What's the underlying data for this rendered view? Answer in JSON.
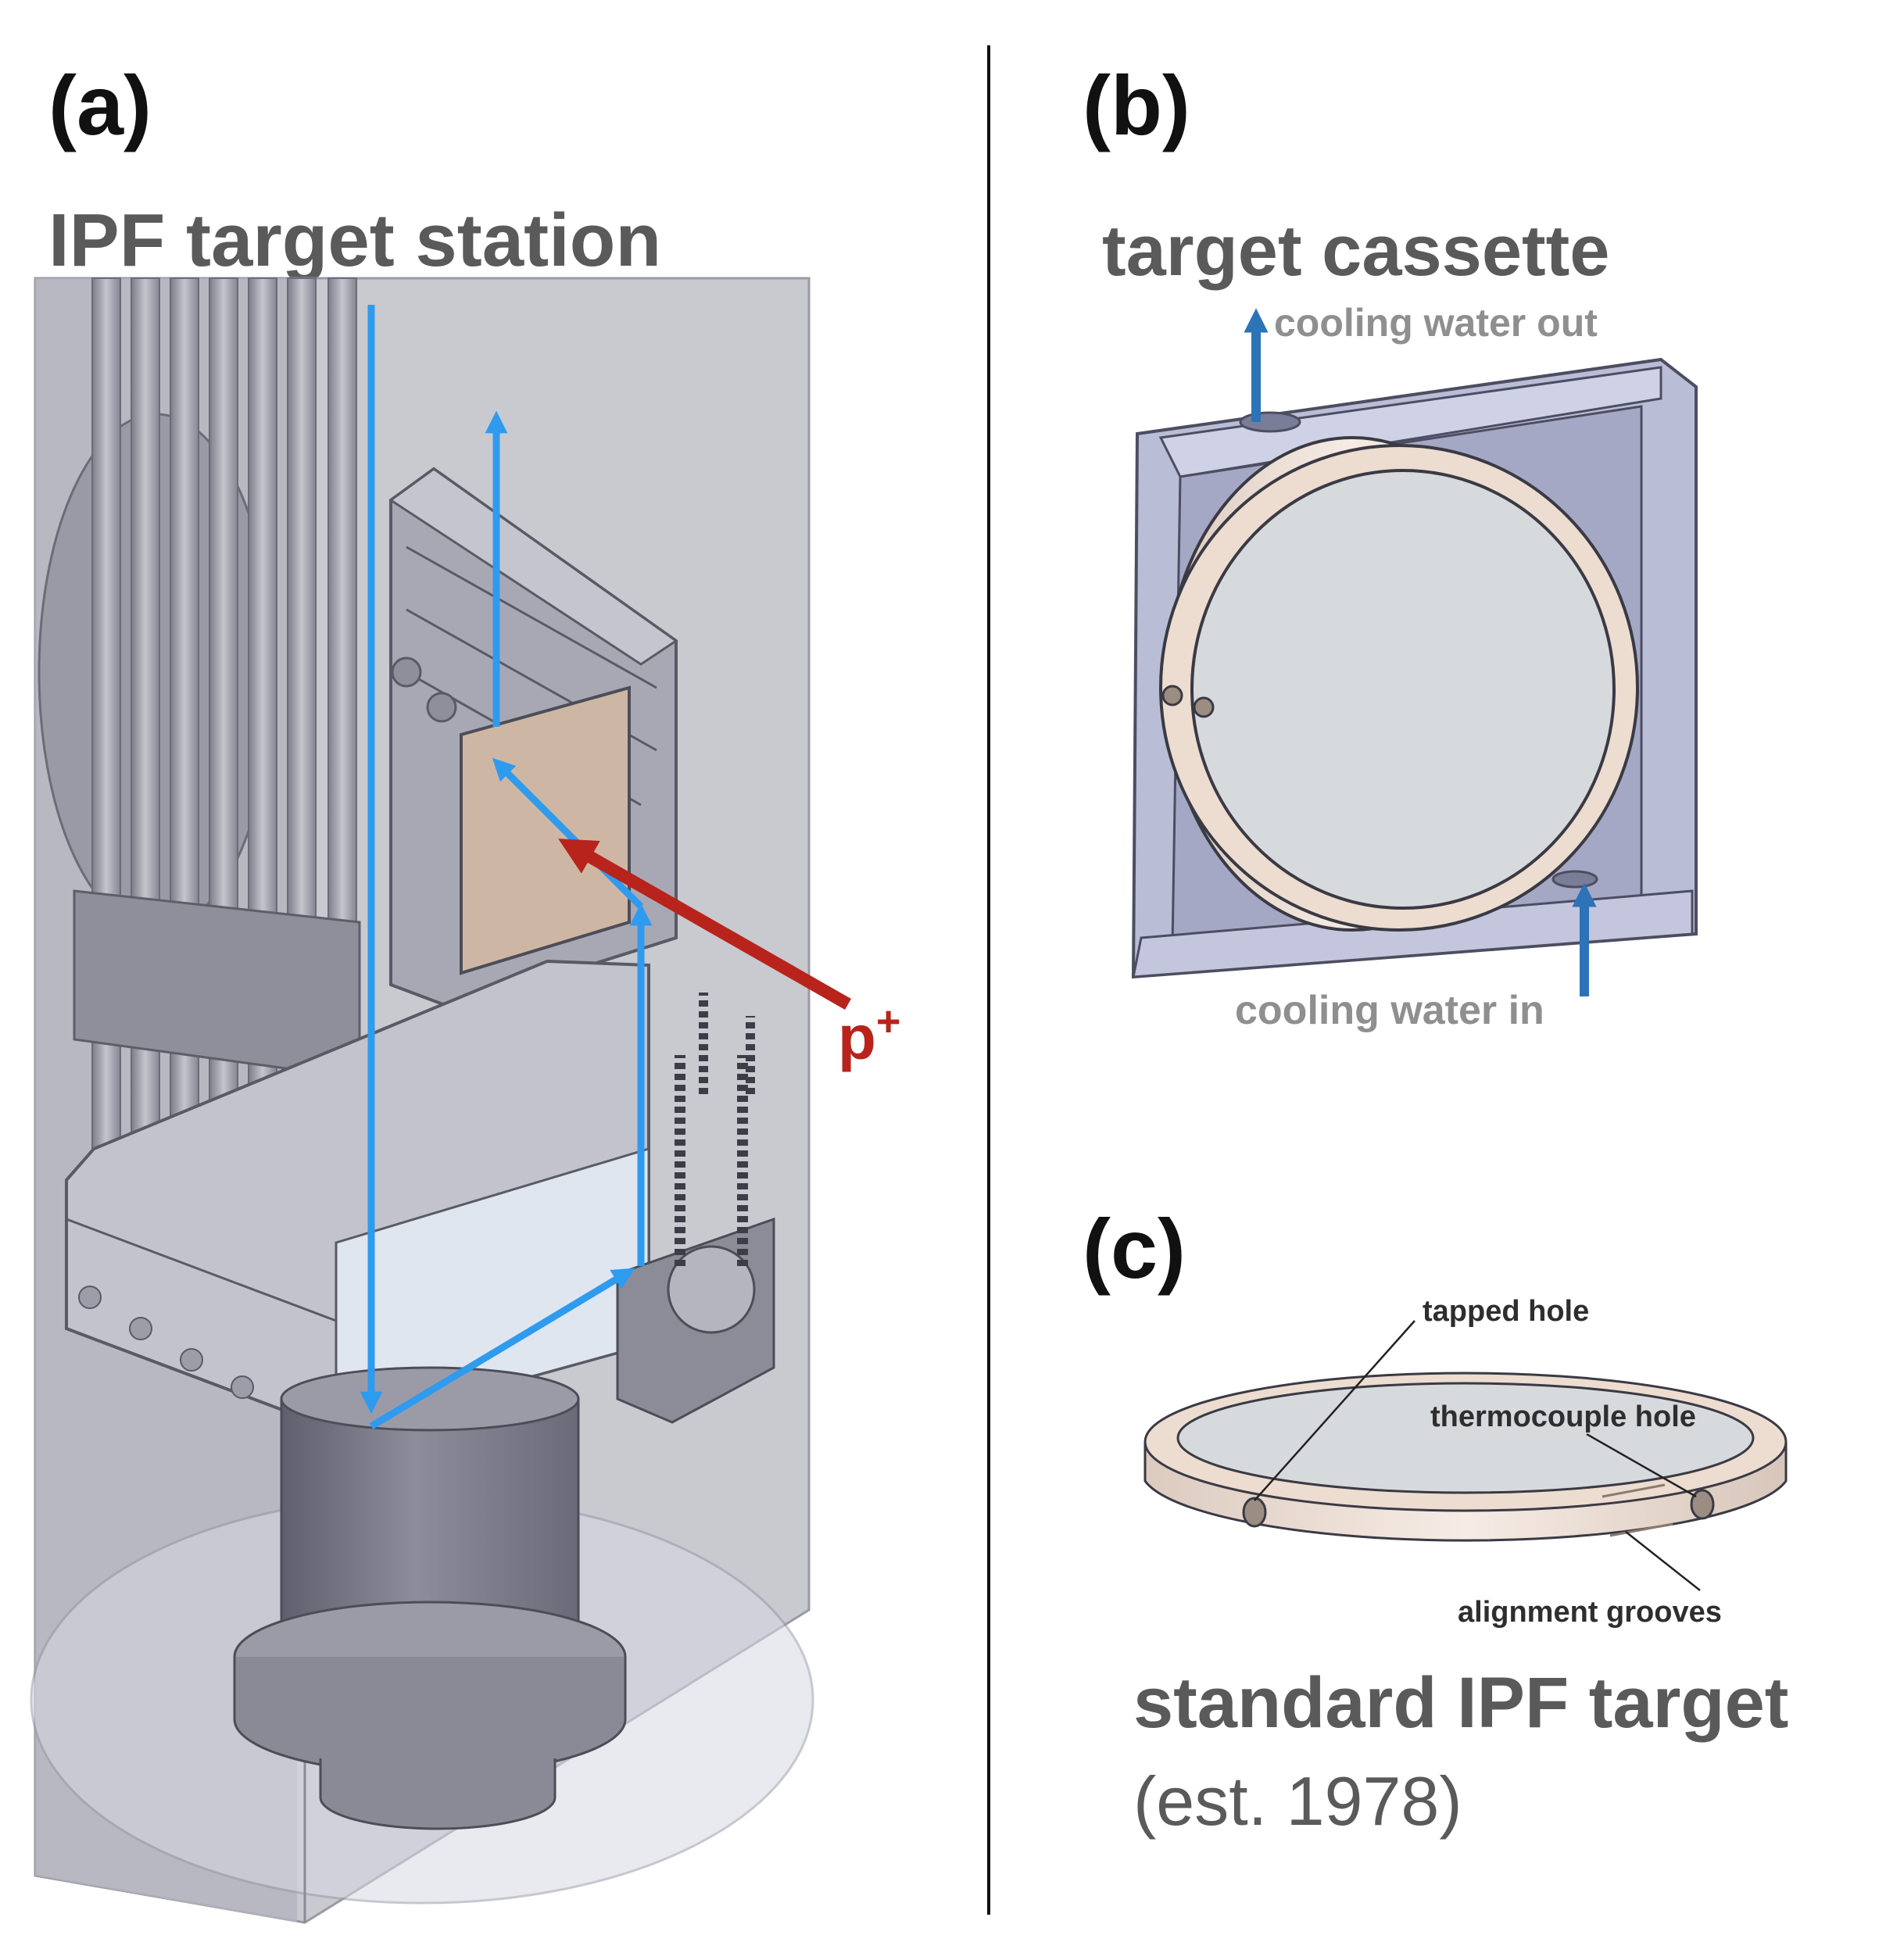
{
  "panels": {
    "a": {
      "letter": "(a)",
      "title": "IPF target station",
      "beam_label": "p",
      "beam_superscript": "+"
    },
    "b": {
      "letter": "(b)",
      "title": "target cassette",
      "water_out": "cooling water out",
      "water_in": "cooling water in"
    },
    "c": {
      "letter": "(c)",
      "tapped_hole": "tapped hole",
      "thermocouple_hole": "thermocouple hole",
      "alignment_grooves": "alignment grooves",
      "title": "standard IPF target",
      "subtitle": "(est. 1978)"
    }
  },
  "colors": {
    "cooling_flow": "#2e9bef",
    "cooling_flow_b": "#2c73b8",
    "proton_beam": "#b8231c",
    "label_gray": "#5a5a5a",
    "callout_gray": "#8f8f8f",
    "cad_metal": "#a9a9b6",
    "cassette_frame": "#b9bdd6",
    "target_rim": "#eddcd0",
    "target_face": "#d7dadd",
    "target_plate": "#cdb7a4"
  }
}
